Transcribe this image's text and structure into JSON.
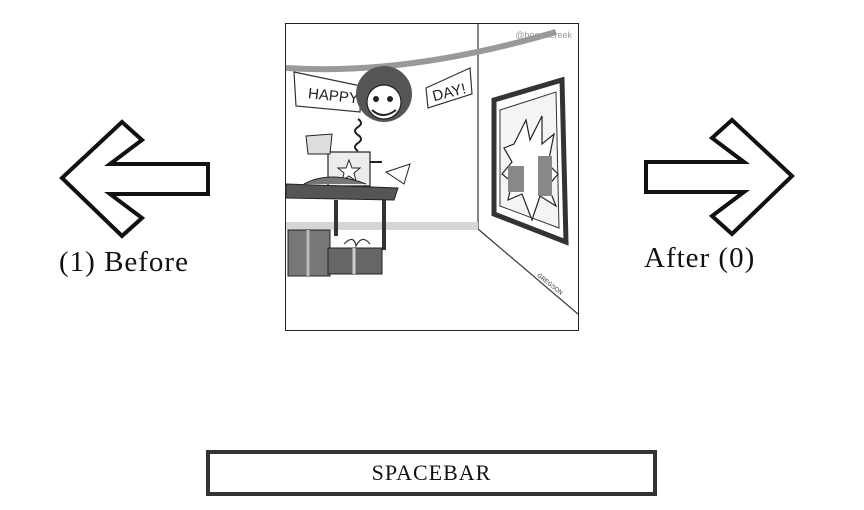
{
  "navigation": {
    "previous_label": "(1) Before",
    "next_label": "After (0)",
    "previous_icon": "arrow-left-icon",
    "next_icon": "arrow-right-icon"
  },
  "comic": {
    "credit": "@bogartcreek",
    "banner_left": "HAPPY",
    "banner_right": "DAY!",
    "signature": "GREGSON"
  },
  "controls": {
    "spacebar_label": "SPACEBAR"
  },
  "colors": {
    "outline": "#111111",
    "button_border": "#333333",
    "background": "#ffffff"
  }
}
